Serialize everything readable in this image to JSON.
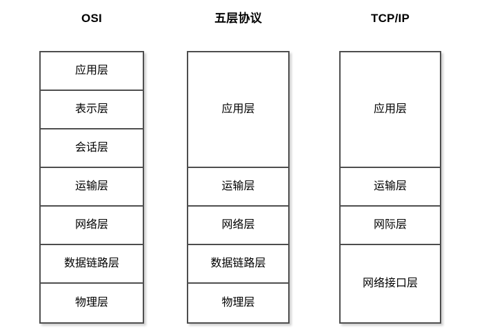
{
  "diagram": {
    "title_hidden": "",
    "columns": [
      {
        "id": "osi",
        "title": "OSI",
        "layers": [
          {
            "label": "应用层",
            "height": 56
          },
          {
            "label": "表示层",
            "height": 56
          },
          {
            "label": "会话层",
            "height": 56
          },
          {
            "label": "运输层",
            "height": 56
          },
          {
            "label": "网络层",
            "height": 56
          },
          {
            "label": "数据链路层",
            "height": 56
          },
          {
            "label": "物理层",
            "height": 56
          }
        ]
      },
      {
        "id": "five",
        "title": "五层协议",
        "layers": [
          {
            "label": "应用层",
            "height": 168
          },
          {
            "label": "运输层",
            "height": 56
          },
          {
            "label": "网络层",
            "height": 56
          },
          {
            "label": "数据链路层",
            "height": 56
          },
          {
            "label": "物理层",
            "height": 56
          }
        ]
      },
      {
        "id": "tcpip",
        "title": "TCP/IP",
        "layers": [
          {
            "label": "应用层",
            "height": 168
          },
          {
            "label": "运输层",
            "height": 56
          },
          {
            "label": "网际层",
            "height": 56
          },
          {
            "label": "网络接口层",
            "height": 112
          }
        ]
      }
    ],
    "colors": {
      "border": "#4d4d4d",
      "background": "#ffffff",
      "text": "#000000"
    }
  }
}
